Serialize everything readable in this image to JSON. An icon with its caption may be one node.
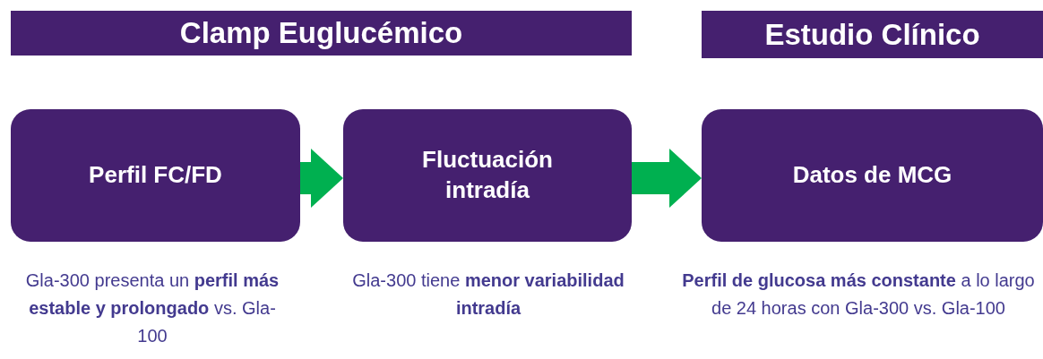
{
  "diagram": {
    "nodes": [
      {
        "text": [
          "Clamp Euglucémico"
        ]
      },
      {
        "text": [
          "Estudio Clínico"
        ]
      },
      {
        "text": [
          "Perfil FC/FD"
        ],
        "beside": [
          "Gla-300 presenta un **perfil más estable y prolongado** vs. Gla-100"
        ]
      },
      {
        "text": [
          "Fluctuación intradía"
        ],
        "beside": [
          "Gla-300 tiene **menor variabilidad intradía**"
        ]
      },
      {
        "text": [
          "Datos de MCG"
        ],
        "beside": [
          "**Perfil de glucosa más constante** a lo largo de 24 horas con Gla-300 vs. Gla-100"
        ]
      }
    ],
    "edges": [
      {
        "from": 2,
        "to": 3,
        "arrow": "to"
      },
      {
        "from": 3,
        "to": 4,
        "arrow": "to"
      }
    ]
  }
}
